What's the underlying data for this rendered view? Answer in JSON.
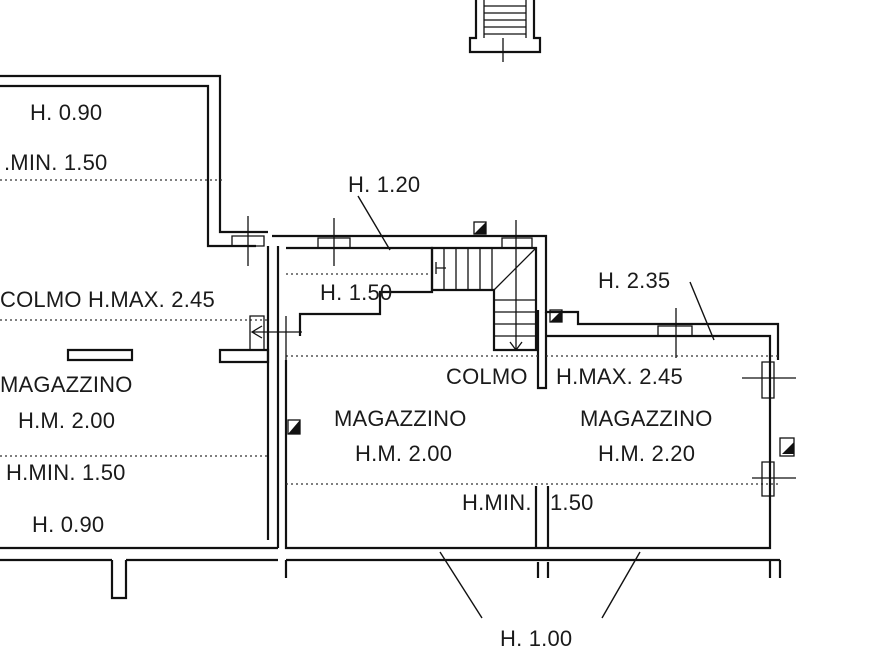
{
  "labels": {
    "l_h090_top": "H. 0.90",
    "l_hmin150_left_top": ".MIN. 1.50",
    "l_colmo245_left": "COLMO H.MAX. 2.45",
    "l_magazzino_left": "MAGAZZINO",
    "l_hm200_left": "H.M. 2.00",
    "l_hmin150_left_bottom": "H.MIN. 1.50",
    "l_h090_bottom": "H. 0.90",
    "l_h120": "H. 1.20",
    "l_h150_mid": "H. 1.50",
    "l_h235": "H. 2.35",
    "l_colmo_center": "COLMO",
    "l_hmax245_center": "H.MAX. 2.45",
    "l_magazzino_center": "MAGAZZINO",
    "l_hm200_center": "H.M. 2.00",
    "l_magazzino_right": "MAGAZZINO",
    "l_hm220_right": "H.M. 2.20",
    "l_hmin_bottom": "H.MIN.",
    "l_150_bottom": "1.50",
    "l_h100": "H. 1.00"
  },
  "colors": {
    "line": "#111111",
    "background": "#ffffff",
    "text": "#1a1a1a"
  }
}
